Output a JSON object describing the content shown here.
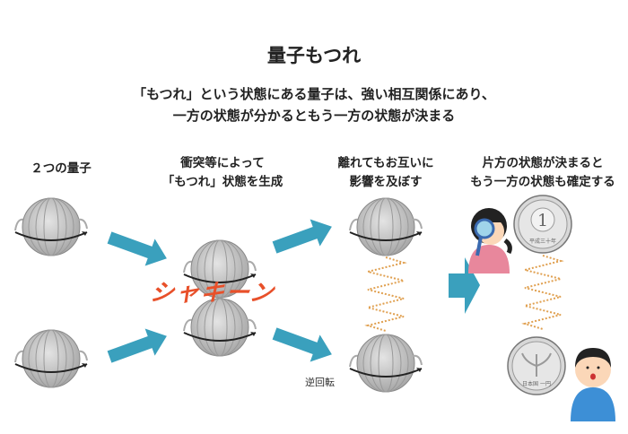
{
  "title": "量子もつれ",
  "subtitle": [
    "「もつれ」という状態にある量子は、強い相互関係にあり、",
    "一方の状態が分かるともう一方の状態が決まる"
  ],
  "columns": [
    {
      "lines": [
        "２つの量子"
      ]
    },
    {
      "lines": [
        "衝突等によって",
        "「もつれ」状態を生成"
      ]
    },
    {
      "lines": [
        "離れてもお互いに",
        "影響を及ぼす"
      ]
    },
    {
      "lines": [
        "片方の状態が決まると",
        "もう一方の状態も確定する"
      ]
    }
  ],
  "sound_effect": "シャキーン",
  "reverse_rotation_label": "逆回転",
  "coin": {
    "front_value": "1",
    "front_year": "平成三十年",
    "back_text": "日本国 一円"
  },
  "colors": {
    "arrow": "#3aa0bd",
    "spring": "#e0a050",
    "sfx": "#e8502a"
  }
}
